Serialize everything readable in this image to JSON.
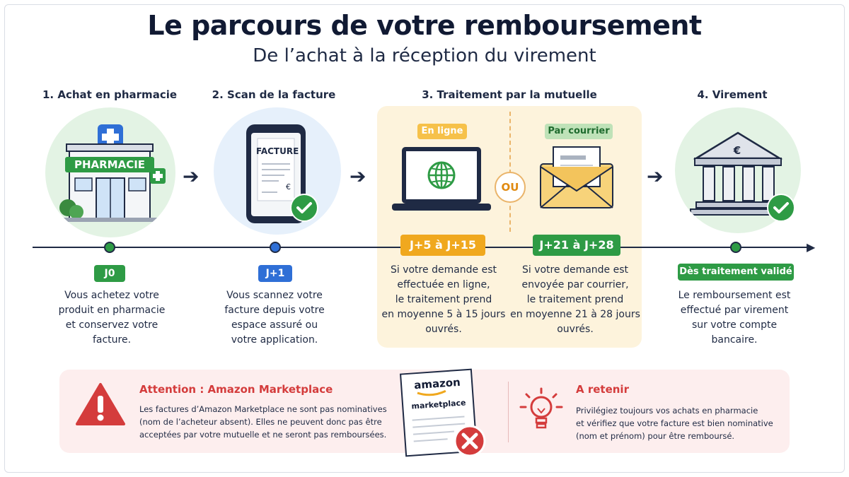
{
  "header": {
    "title": "Le parcours de votre remboursement",
    "subtitle": "De l’achat à la réception du virement"
  },
  "steps": [
    {
      "title": "1. Achat en pharmacie",
      "sign": "PHARMACIE",
      "badge": "J0",
      "description": [
        "Vous achetez votre",
        "produit en pharmacie",
        "et conservez votre",
        "facture."
      ]
    },
    {
      "title": "2. Scan de la facture",
      "doc_label": "FACTURE",
      "currency": "€",
      "badge": "J+1",
      "description": [
        "Vous scannez votre",
        "facture depuis votre",
        "espace assuré ou",
        "votre application."
      ]
    },
    {
      "title": "3. Traitement par la mutuelle",
      "separator": "OU",
      "online": {
        "label": "En ligne",
        "badge": "J+5 à J+15",
        "description": [
          "Si votre demande est",
          "effectuée en ligne,",
          "le traitement prend",
          "en moyenne 5 à 15 jours",
          "ouvrés."
        ]
      },
      "mail": {
        "label": "Par courrier",
        "badge": "J+21 à J+28",
        "description": [
          "Si votre demande est",
          "envoyée par courrier,",
          "le traitement prend",
          "en moyenne 21 à 28 jours",
          "ouvrés."
        ]
      }
    },
    {
      "title": "4. Virement",
      "currency": "€",
      "badge": "Dès traitement validé",
      "description": [
        "Le remboursement est",
        "effectué par virement",
        "sur votre compte",
        "bancaire."
      ]
    }
  ],
  "warning": {
    "title": "Attention : Amazon Marketplace",
    "lines": [
      "Les factures d’Amazon Marketplace ne sont pas nominatives",
      "(nom de l’acheteur absent). Elles ne peuvent donc pas être",
      "acceptées par votre mutuelle et ne seront pas remboursées."
    ],
    "logo_word": "amazon",
    "logo_sub": "marketplace"
  },
  "tip": {
    "title": "A retenir",
    "lines": [
      "Privilégiez toujours vos achats en pharmacie",
      "et vérifiez que votre facture est bien nominative",
      "(nom et prénom) pour être remboursé."
    ]
  },
  "colors": {
    "navy": "#1f2a44",
    "green": "#2e9b45",
    "blue": "#2f6fd6",
    "orange": "#f0a81e",
    "red": "#d43c3c",
    "panel": "#fdf3dc",
    "warn_bg": "#fdeeee"
  }
}
